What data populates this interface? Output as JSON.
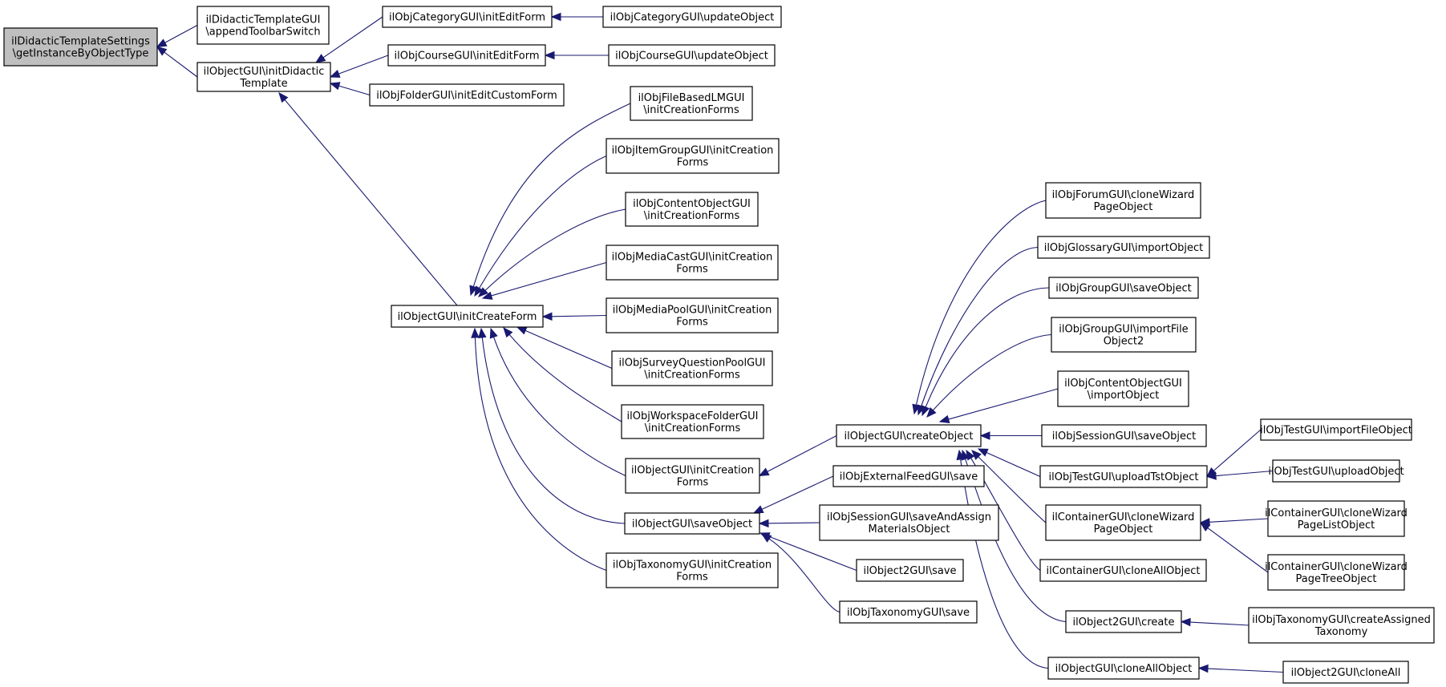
{
  "colors": {
    "edge": "#191970",
    "highlight_fill": "#bfbfbf",
    "node_fill": "#ffffff",
    "border": "#000000"
  },
  "nodes": [
    {
      "id": "root",
      "lines": [
        "ilDidacticTemplateSettings",
        "\\getInstanceByObjectType"
      ],
      "highlight": true
    },
    {
      "id": "appendToolbar",
      "lines": [
        "ilDidacticTemplateGUI",
        "\\appendToolbarSwitch"
      ]
    },
    {
      "id": "initDidactic",
      "lines": [
        "ilObjectGUI\\initDidactic",
        "Template"
      ]
    },
    {
      "id": "catInitEdit",
      "lines": [
        "ilObjCategoryGUI\\initEditForm"
      ]
    },
    {
      "id": "catUpdate",
      "lines": [
        "ilObjCategoryGUI\\updateObject"
      ]
    },
    {
      "id": "crsInitEdit",
      "lines": [
        "ilObjCourseGUI\\initEditForm"
      ]
    },
    {
      "id": "crsUpdate",
      "lines": [
        "ilObjCourseGUI\\updateObject"
      ]
    },
    {
      "id": "fldInitEdit",
      "lines": [
        "ilObjFolderGUI\\initEditCustomForm"
      ]
    },
    {
      "id": "initCreateForm",
      "lines": [
        "ilObjectGUI\\initCreateForm"
      ]
    },
    {
      "id": "fileLM",
      "lines": [
        "ilObjFileBasedLMGUI",
        "\\initCreationForms"
      ]
    },
    {
      "id": "itemGroup",
      "lines": [
        "ilObjItemGroupGUI\\initCreation",
        "Forms"
      ]
    },
    {
      "id": "contentObj",
      "lines": [
        "ilObjContentObjectGUI",
        "\\initCreationForms"
      ]
    },
    {
      "id": "mediaCast",
      "lines": [
        "ilObjMediaCastGUI\\initCreation",
        "Forms"
      ]
    },
    {
      "id": "mediaPool",
      "lines": [
        "ilObjMediaPoolGUI\\initCreation",
        "Forms"
      ]
    },
    {
      "id": "surveyQP",
      "lines": [
        "ilObjSurveyQuestionPoolGUI",
        "\\initCreationForms"
      ]
    },
    {
      "id": "wsFolder",
      "lines": [
        "ilObjWorkspaceFolderGUI",
        "\\initCreationForms"
      ]
    },
    {
      "id": "objInitCreation",
      "lines": [
        "ilObjectGUI\\initCreation",
        "Forms"
      ]
    },
    {
      "id": "saveObject",
      "lines": [
        "ilObjectGUI\\saveObject"
      ]
    },
    {
      "id": "taxInitCreation",
      "lines": [
        "ilObjTaxonomyGUI\\initCreation",
        "Forms"
      ]
    },
    {
      "id": "createObject",
      "lines": [
        "ilObjectGUI\\createObject"
      ]
    },
    {
      "id": "extFeedSave",
      "lines": [
        "ilObjExternalFeedGUI\\save"
      ]
    },
    {
      "id": "sessSaveAssign",
      "lines": [
        "ilObjSessionGUI\\saveAndAssign",
        "MaterialsObject"
      ]
    },
    {
      "id": "obj2Save",
      "lines": [
        "ilObject2GUI\\save"
      ]
    },
    {
      "id": "taxSave",
      "lines": [
        "ilObjTaxonomyGUI\\save"
      ]
    },
    {
      "id": "forumClone",
      "lines": [
        "ilObjForumGUI\\cloneWizard",
        "PageObject"
      ]
    },
    {
      "id": "glossImport",
      "lines": [
        "ilObjGlossaryGUI\\importObject"
      ]
    },
    {
      "id": "grpSave",
      "lines": [
        "ilObjGroupGUI\\saveObject"
      ]
    },
    {
      "id": "grpImport",
      "lines": [
        "ilObjGroupGUI\\importFile",
        "Object2"
      ]
    },
    {
      "id": "contentImport",
      "lines": [
        "ilObjContentObjectGUI",
        "\\importObject"
      ]
    },
    {
      "id": "sessSave",
      "lines": [
        "ilObjSessionGUI\\saveObject"
      ]
    },
    {
      "id": "tstUpload",
      "lines": [
        "ilObjTestGUI\\uploadTstObject"
      ]
    },
    {
      "id": "contClone",
      "lines": [
        "ilContainerGUI\\cloneWizard",
        "PageObject"
      ]
    },
    {
      "id": "contCloneAll",
      "lines": [
        "ilContainerGUI\\cloneAllObject"
      ]
    },
    {
      "id": "obj2Create",
      "lines": [
        "ilObject2GUI\\create"
      ]
    },
    {
      "id": "objCloneAll",
      "lines": [
        "ilObjectGUI\\cloneAllObject"
      ]
    },
    {
      "id": "tstImportFile",
      "lines": [
        "ilObjTestGUI\\importFileObject"
      ]
    },
    {
      "id": "tstUploadObj",
      "lines": [
        "ilObjTestGUI\\uploadObject"
      ]
    },
    {
      "id": "contCloneList",
      "lines": [
        "ilContainerGUI\\cloneWizard",
        "PageListObject"
      ]
    },
    {
      "id": "contCloneTree",
      "lines": [
        "ilContainerGUI\\cloneWizard",
        "PageTreeObject"
      ]
    },
    {
      "id": "taxCreateAssigned",
      "lines": [
        "ilObjTaxonomyGUI\\createAssigned",
        "Taxonomy"
      ]
    },
    {
      "id": "obj2CloneAll",
      "lines": [
        "ilObject2GUI\\cloneAll"
      ]
    }
  ],
  "edges": [
    [
      "appendToolbar",
      "root"
    ],
    [
      "initDidactic",
      "root"
    ],
    [
      "catInitEdit",
      "initDidactic"
    ],
    [
      "crsInitEdit",
      "initDidactic"
    ],
    [
      "fldInitEdit",
      "initDidactic"
    ],
    [
      "initCreateForm",
      "initDidactic"
    ],
    [
      "catUpdate",
      "catInitEdit"
    ],
    [
      "crsUpdate",
      "crsInitEdit"
    ],
    [
      "fileLM",
      "initCreateForm"
    ],
    [
      "itemGroup",
      "initCreateForm"
    ],
    [
      "contentObj",
      "initCreateForm"
    ],
    [
      "mediaCast",
      "initCreateForm"
    ],
    [
      "mediaPool",
      "initCreateForm"
    ],
    [
      "surveyQP",
      "initCreateForm"
    ],
    [
      "wsFolder",
      "initCreateForm"
    ],
    [
      "objInitCreation",
      "initCreateForm"
    ],
    [
      "saveObject",
      "initCreateForm"
    ],
    [
      "taxInitCreation",
      "initCreateForm"
    ],
    [
      "createObject",
      "objInitCreation"
    ],
    [
      "extFeedSave",
      "saveObject"
    ],
    [
      "sessSaveAssign",
      "saveObject"
    ],
    [
      "obj2Save",
      "saveObject"
    ],
    [
      "taxSave",
      "saveObject"
    ],
    [
      "forumClone",
      "createObject"
    ],
    [
      "glossImport",
      "createObject"
    ],
    [
      "grpSave",
      "createObject"
    ],
    [
      "grpImport",
      "createObject"
    ],
    [
      "contentImport",
      "createObject"
    ],
    [
      "sessSave",
      "createObject"
    ],
    [
      "tstUpload",
      "createObject"
    ],
    [
      "contClone",
      "createObject"
    ],
    [
      "contCloneAll",
      "createObject"
    ],
    [
      "obj2Create",
      "createObject"
    ],
    [
      "objCloneAll",
      "createObject"
    ],
    [
      "tstImportFile",
      "tstUpload"
    ],
    [
      "tstUploadObj",
      "tstUpload"
    ],
    [
      "contCloneList",
      "contClone"
    ],
    [
      "contCloneTree",
      "contClone"
    ],
    [
      "taxCreateAssigned",
      "obj2Create"
    ],
    [
      "obj2CloneAll",
      "objCloneAll"
    ]
  ]
}
